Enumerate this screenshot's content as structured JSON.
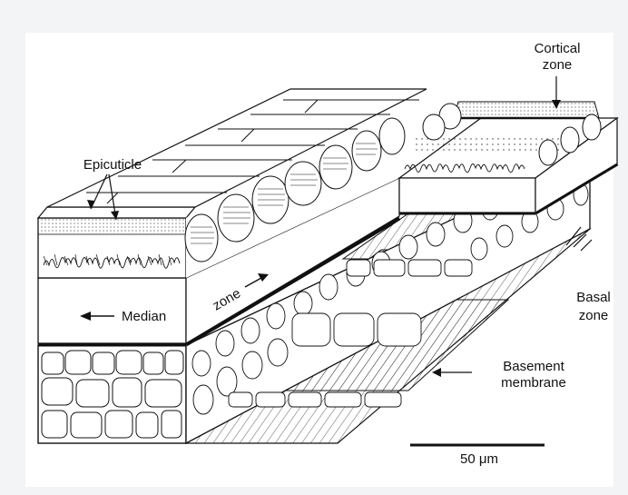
{
  "labels": {
    "epicuticle": "Epicuticle",
    "cortical_line1": "Cortical",
    "cortical_line2": "zone",
    "median": "Median",
    "zone": "zone",
    "basal_line1": "Basal",
    "basal_line2": "zone",
    "basement_line1": "Basement",
    "basement_line2": "membrane",
    "scale": "50 μm"
  },
  "colors": {
    "ink": "#111111",
    "paper": "#ffffff",
    "background": "#f3f4f6"
  }
}
